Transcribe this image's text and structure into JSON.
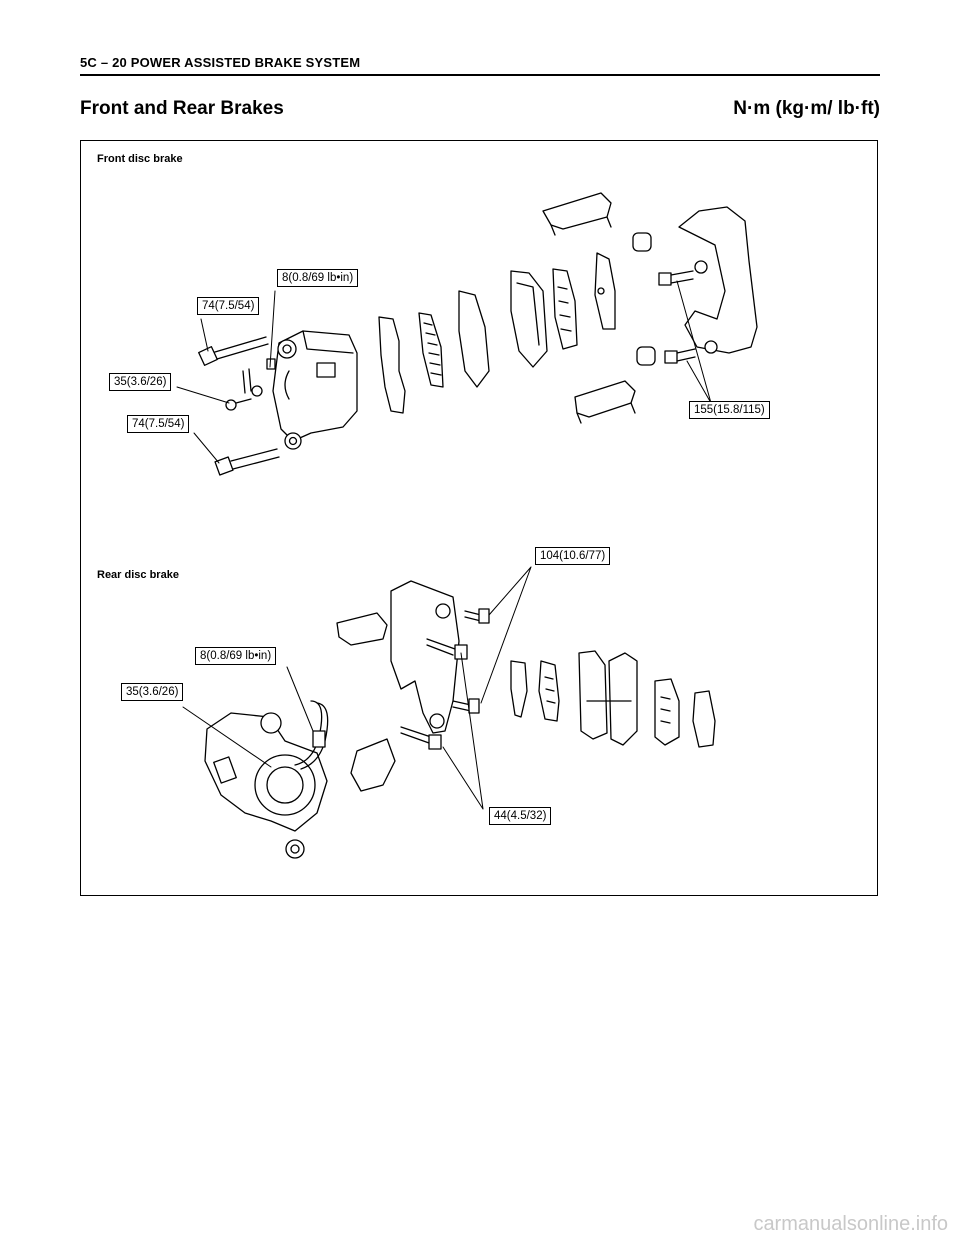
{
  "header": {
    "title": "5C – 20  POWER ASSISTED BRAKE SYSTEM"
  },
  "section": {
    "title": "Front and Rear Brakes",
    "units": "N·m (kg·m/ lb·ft)"
  },
  "front": {
    "label": "Front disc brake",
    "callouts": {
      "bleeder": "8(0.8/69 lb•in)",
      "guide_bolt_upper": "74(7.5/54)",
      "hose_bolt": "35(3.6/26)",
      "guide_bolt_lower": "74(7.5/54)",
      "bracket_bolts": "155(15.8/115)"
    }
  },
  "rear": {
    "label": "Rear disc brake",
    "callouts": {
      "bracket_bolts": "104(10.6/77)",
      "bleeder": "8(0.8/69 lb•in)",
      "hose_bolt": "35(3.6/26)",
      "guide_bolts": "44(4.5/32)"
    }
  },
  "watermark": "carmanualsonline.info"
}
